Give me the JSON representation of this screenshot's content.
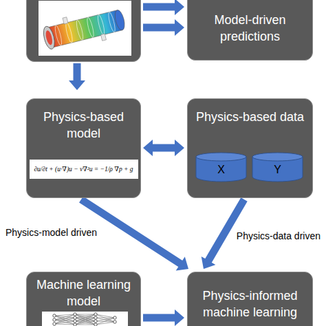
{
  "diagram": {
    "nodes": [
      {
        "text": []
      },
      {
        "text": [
          "Model-driven predictions"
        ]
      },
      {
        "text": [
          "Physics-based model",
          "∂u/∂t + (u·∇)u − ν∇²u = −1/ρ ∇p + g"
        ]
      },
      {
        "text": [
          "Physics-based data"
        ]
      },
      {
        "text": [
          "X"
        ],
        "in": 3
      },
      {
        "text": [
          "Y"
        ],
        "in": 3
      },
      {
        "text": [
          "Machine learning model"
        ]
      },
      {
        "text": [
          "Physics-informed machine learning"
        ]
      }
    ],
    "edges": [
      {
        "from": 0,
        "to": 1,
        "arrow": "to"
      },
      {
        "from": 0,
        "to": 1,
        "arrow": "to"
      },
      {
        "from": 0,
        "to": 2,
        "arrow": "to"
      },
      {
        "from": 2,
        "to": 3,
        "arrow": "both"
      },
      {
        "from": 2,
        "to": 7,
        "arrow": "to",
        "label": "Physics-model driven"
      },
      {
        "from": 3,
        "to": 7,
        "arrow": "to",
        "label": "Physics-data driven"
      },
      {
        "from": 6,
        "to": 7,
        "arrow": "to"
      }
    ]
  }
}
